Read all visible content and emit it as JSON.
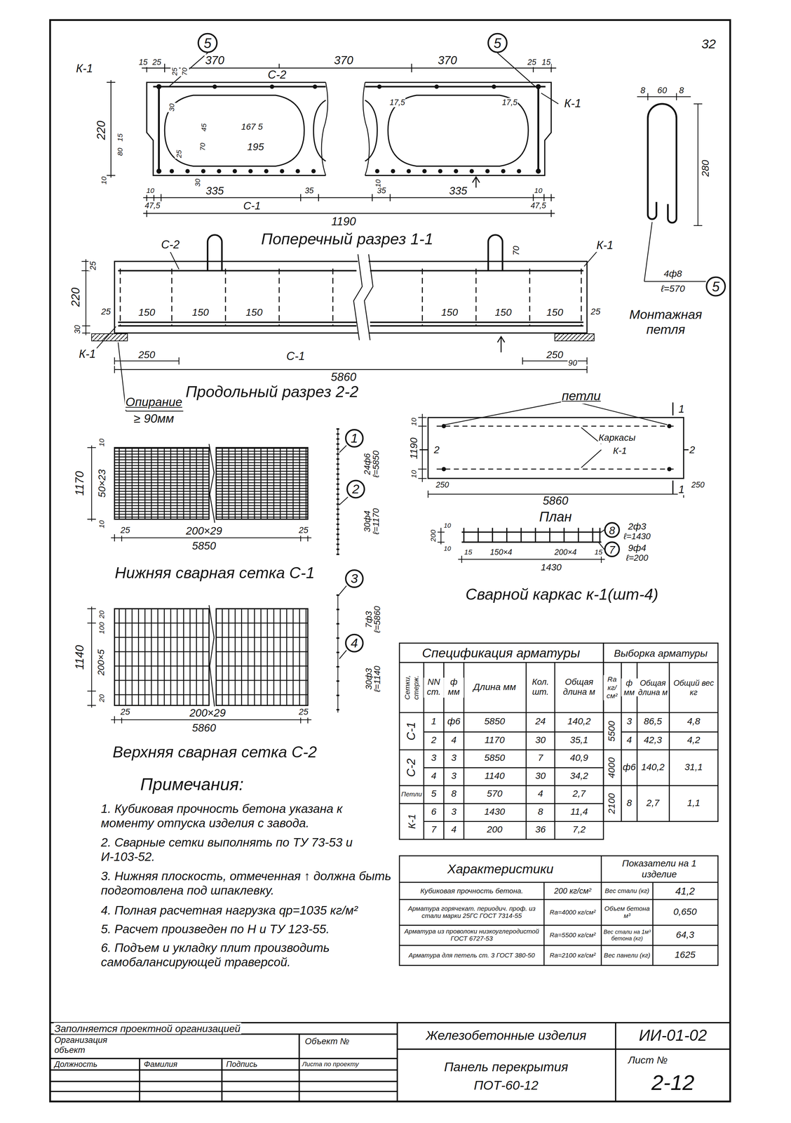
{
  "diagram": {
    "nodes": [
      {
        "text": [
          "5"
        ]
      },
      {
        "text": [
          "5"
        ]
      },
      {
        "text": [
          "5"
        ]
      },
      {
        "text": [
          "1"
        ]
      },
      {
        "text": [
          "2"
        ]
      },
      {
        "text": [
          "3"
        ]
      },
      {
        "text": [
          "4"
        ]
      },
      {
        "text": [
          "8"
        ]
      },
      {
        "text": [
          "7"
        ]
      }
    ],
    "labels": [
      "32",
      "К-1",
      "15",
      "25",
      "370",
      "370",
      "370",
      "25",
      "15",
      "С-2",
      "К-1",
      "220",
      "25",
      "70",
      "30",
      "45",
      "167 5",
      "195",
      "70",
      "25",
      "30",
      "80",
      "15",
      "10",
      "10",
      "335",
      "35",
      "35",
      "335",
      "10",
      "47,5",
      "С-1",
      "47,5",
      "1190",
      "17,5",
      "17,5",
      "10",
      "Поперечный разрез 1-1",
      "8",
      "60",
      "8",
      "280",
      "4ф8",
      "ℓ=570",
      "Монтажная петля",
      "С-2",
      "70",
      "К-1",
      "25",
      "220",
      "25",
      "150",
      "150",
      "150",
      "150",
      "150",
      "150",
      "25",
      "30",
      "К-1",
      "250",
      "С-1",
      "250",
      "90",
      "5860",
      "Опирание",
      "≥ 90мм",
      "Продольный разрез 2-2",
      "1170",
      "50×23",
      "10",
      "10",
      "25",
      "200×29",
      "25",
      "5850",
      "Нижняя сварная сетка С-1",
      "24ф6",
      "ℓ=5850",
      "30ф4",
      "ℓ=1170",
      "петли",
      "1",
      "1",
      "10",
      "1190",
      "10",
      "2",
      "2",
      "Каркасы",
      "К-1",
      "250",
      "250",
      "5860",
      "План",
      "200",
      "10",
      "10",
      "15",
      "150×4",
      "200×4",
      "15",
      "1430",
      "2ф3",
      "ℓ=1430",
      "9ф4",
      "ℓ=200",
      "Сварной каркас к-1(шт-4)",
      "1140",
      "20",
      "100",
      "200×5",
      "20",
      "25",
      "200×29",
      "25",
      "5860",
      "Верхняя сварная сетка С-2",
      "7ф3",
      "ℓ=5860",
      "30ф3",
      "ℓ=1140",
      "Примечания:",
      "1. Кубиковая прочность бетона указана к моменту отпуска изделия с завода.",
      "2. Сварные сетки выполнять по ТУ 73-53 и И-103-52.",
      "3. Нижняя плоскость, отмеченная ↑ должна быть подготовлена под шпаклевку.",
      "4. Полная расчетная нагрузка qр=1035 кг/м²",
      "5. Расчет произведен по Н и ТУ 123-55.",
      "6. Подъем и укладку плит производить самобалансирующей траверсой.",
      "Спецификация арматуры",
      "Сетки, стерж.",
      "NN ст.",
      "ф мм",
      "Длина мм",
      "Кол. шт.",
      "Общая длина м",
      "1",
      "ф6",
      "5850",
      "24",
      "140,2",
      "2",
      "4",
      "1170",
      "30",
      "35,1",
      "3",
      "3",
      "5850",
      "7",
      "40,9",
      "4",
      "3",
      "1140",
      "30",
      "34,2",
      "5",
      "8",
      "570",
      "4",
      "2,7",
      "6",
      "3",
      "1430",
      "8",
      "11,4",
      "7",
      "4",
      "200",
      "36",
      "7,2",
      "С-1",
      "С-2",
      "Петли",
      "К-1",
      "Выборка арматуры",
      "Rа кг/см²",
      "ф мм",
      "Общая длина м",
      "Общий вес кг",
      "5500",
      "3",
      "86,5",
      "4,8",
      "4",
      "42,3",
      "4,2",
      "4000",
      "ф6",
      "140,2",
      "31,1",
      "2100",
      "8",
      "2,7",
      "1,1",
      "Характеристики",
      "Показатели на 1 изделие",
      "Кубиковая прочность бетона.",
      "200 кг/см²",
      "Вес стали (кг)",
      "41,2",
      "Арматура горячекат. периодич. проф. из стали марки 25ГС ГОСТ 7314-55",
      "Rа=4000 кг/см²",
      "Объем бетона м³",
      "0,650",
      "Арматура из проволоки низкоуглеродистой ГОСТ 6727-53",
      "Rа=5500 кг/см²",
      "Вес стали на 1м³ бетона (кг)",
      "64,3",
      "Арматура для петель ст. 3 ГОСТ 380-50",
      "Rа=2100 кг/см²",
      "Вес панели (кг)",
      "1625",
      "Заполняется проектной организацией",
      "Организация",
      "объект",
      "Объект №",
      "Должность",
      "Фамилия",
      "Подпись",
      "Листа по проекту",
      "Железобетонные изделия",
      "ИИ-01-02",
      "Панель перекрытия",
      "ПОТ-60-12",
      "Лист №",
      "2-12"
    ]
  }
}
